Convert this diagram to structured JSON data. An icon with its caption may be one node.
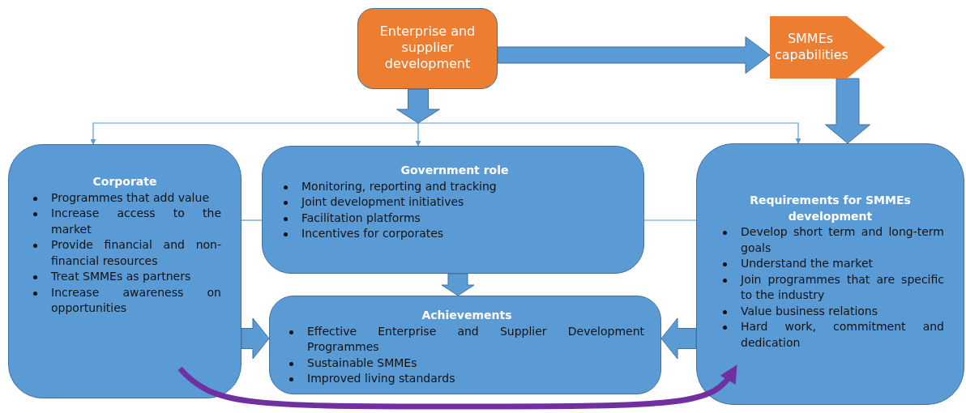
{
  "diagram": {
    "nodes": [
      {
        "text": [
          "Enterprise and supplier development"
        ]
      },
      {
        "text": [
          "SMMEs capabilities"
        ]
      },
      {
        "text": [
          "Corporate",
          "Programmes that add value",
          "Increase access to the market",
          "Provide financial and non-financial resources",
          "Treat SMMEs as partners",
          "Increase awareness on opportunities"
        ]
      },
      {
        "text": [
          "Government role",
          "Monitoring, reporting and tracking",
          "Joint development initiatives",
          "Facilitation platforms",
          "Incentives for corporates"
        ]
      },
      {
        "text": [
          "Achievements",
          "Effective Enterprise and Supplier Development Programmes",
          "Sustainable SMMEs",
          "Improved living standards"
        ]
      },
      {
        "text": [
          "Requirements for SMMEs development",
          "Develop short term and long-term goals",
          "Understand the market",
          "Join programmes that are specific to the industry",
          "Value business relations",
          "Hard work, commitment and dedication"
        ]
      }
    ],
    "edges": [
      {
        "from": 0,
        "to": 1,
        "arrow": "to",
        "style": "thick"
      },
      {
        "from": 0,
        "to": 2,
        "arrow": "to"
      },
      {
        "from": 0,
        "to": 3,
        "arrow": "to"
      },
      {
        "from": 0,
        "to": 5,
        "arrow": "to"
      },
      {
        "from": 1,
        "to": 5,
        "arrow": "to",
        "style": "thick"
      },
      {
        "from": 3,
        "to": 4,
        "arrow": "to",
        "style": "thick"
      },
      {
        "from": 2,
        "to": 4,
        "arrow": "to",
        "style": "thick"
      },
      {
        "from": 5,
        "to": 4,
        "arrow": "to",
        "style": "thick"
      },
      {
        "from": 2,
        "to": 5,
        "arrow": "to",
        "style": "thick",
        "color": "#7030a0"
      },
      {
        "from": 2,
        "to": 3,
        "arrow": "none"
      },
      {
        "from": 3,
        "to": 5,
        "arrow": "none"
      }
    ]
  }
}
